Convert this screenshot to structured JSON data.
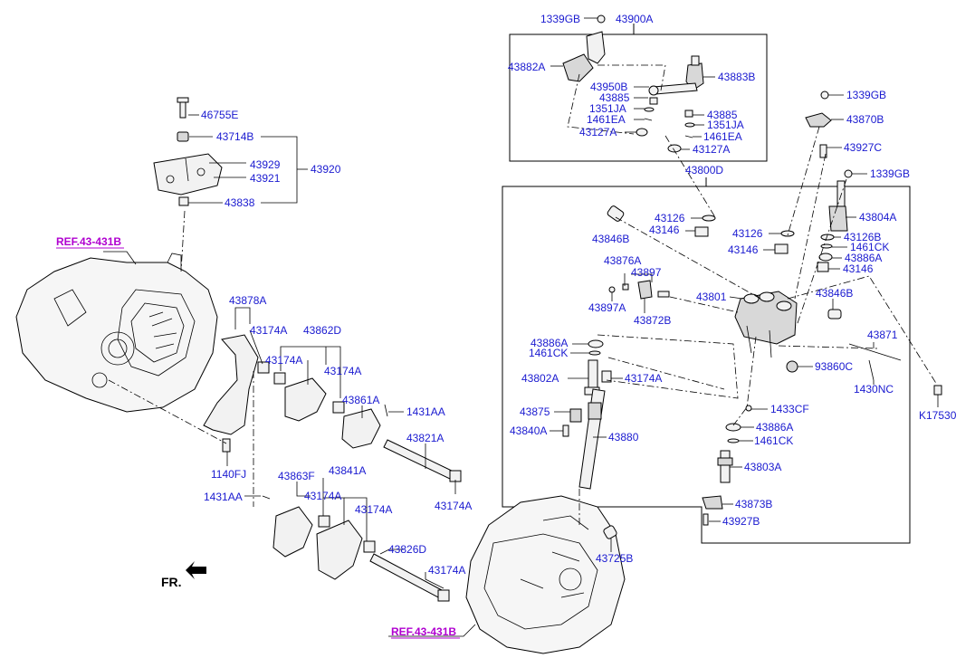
{
  "labels": {
    "p1339GB_a": "1339GB",
    "p43900A": "43900A",
    "p43882A": "43882A",
    "p43883B": "43883B",
    "p43950B": "43950B",
    "p43885_a": "43885",
    "p1351JA_a": "1351JA",
    "p1461EA_a": "1461EA",
    "p43127A_a": "43127A",
    "p43885_b": "43885",
    "p1351JA_b": "1351JA",
    "p1461EA_b": "1461EA",
    "p43127A_b": "43127A",
    "p1339GB_b": "1339GB",
    "p43870B": "43870B",
    "p43927C": "43927C",
    "p43800D": "43800D",
    "p1339GB_c": "1339GB",
    "p46755E": "46755E",
    "p43714B": "43714B",
    "p43929": "43929",
    "p43920": "43920",
    "p43921": "43921",
    "p43838": "43838",
    "p43126_a": "43126",
    "p43146_a": "43146",
    "p43846B_a": "43846B",
    "p43126_b": "43126",
    "p43146_b": "43146",
    "p43804A": "43804A",
    "p43126B": "43126B",
    "p1461CK_a": "1461CK",
    "p43886A_a": "43886A",
    "p43146_c": "43146",
    "p43876A": "43876A",
    "p43897": "43897",
    "p43897A": "43897A",
    "p43872B": "43872B",
    "p43801": "43801",
    "p43846B_b": "43846B",
    "p43878A": "43878A",
    "p43174A_a": "43174A",
    "p43862D": "43862D",
    "p43174A_b": "43174A",
    "p43174A_c": "43174A",
    "p43861A": "43861A",
    "p1431AA_a": "1431AA",
    "p43886A_b": "43886A",
    "p1461CK_b": "1461CK",
    "p43802A": "43802A",
    "p43174A_d": "43174A",
    "p43871": "43871",
    "p93860C": "93860C",
    "p1430NC": "1430NC",
    "p43875": "43875",
    "p1433CF": "1433CF",
    "p43840A": "43840A",
    "p43880": "43880",
    "p43886A_c": "43886A",
    "p1461CK_c": "1461CK",
    "pK17530": "K17530",
    "p43821A": "43821A",
    "p1140FJ": "1140FJ",
    "p43863F": "43863F",
    "p43841A": "43841A",
    "p43803A": "43803A",
    "p1431AA_b": "1431AA",
    "p43174A_e": "43174A",
    "p43174A_f": "43174A",
    "p43174A_g": "43174A",
    "p43873B": "43873B",
    "p43927B": "43927B",
    "p43725B": "43725B",
    "p43826D": "43826D",
    "p43174A_h": "43174A",
    "ref_top": "REF.43-431B",
    "ref_bottom": "REF.43-431B",
    "fr": "FR."
  }
}
